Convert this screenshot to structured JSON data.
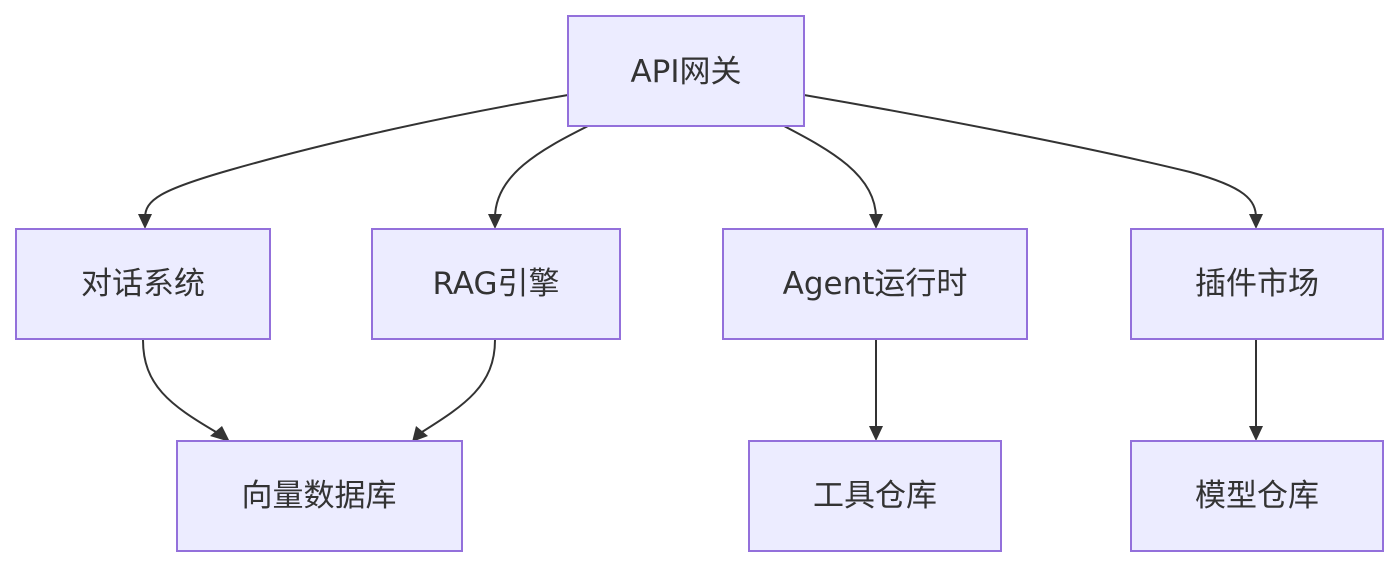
{
  "nodes": {
    "api_gateway": {
      "label": "API网关"
    },
    "dialog": {
      "label": "对话系统"
    },
    "rag": {
      "label": "RAG引擎"
    },
    "agent": {
      "label": "Agent运行时"
    },
    "plugin": {
      "label": "插件市场"
    },
    "vectordb": {
      "label": "向量数据库"
    },
    "tools": {
      "label": "工具仓库"
    },
    "models": {
      "label": "模型仓库"
    }
  },
  "edges": [
    {
      "from": "api_gateway",
      "to": "dialog"
    },
    {
      "from": "api_gateway",
      "to": "rag"
    },
    {
      "from": "api_gateway",
      "to": "agent"
    },
    {
      "from": "api_gateway",
      "to": "plugin"
    },
    {
      "from": "dialog",
      "to": "vectordb"
    },
    {
      "from": "rag",
      "to": "vectordb"
    },
    {
      "from": "agent",
      "to": "tools"
    },
    {
      "from": "plugin",
      "to": "models"
    }
  ],
  "colors": {
    "node_fill": "#ECECFF",
    "node_stroke": "#9370DB",
    "edge": "#333333",
    "text": "#333333"
  }
}
